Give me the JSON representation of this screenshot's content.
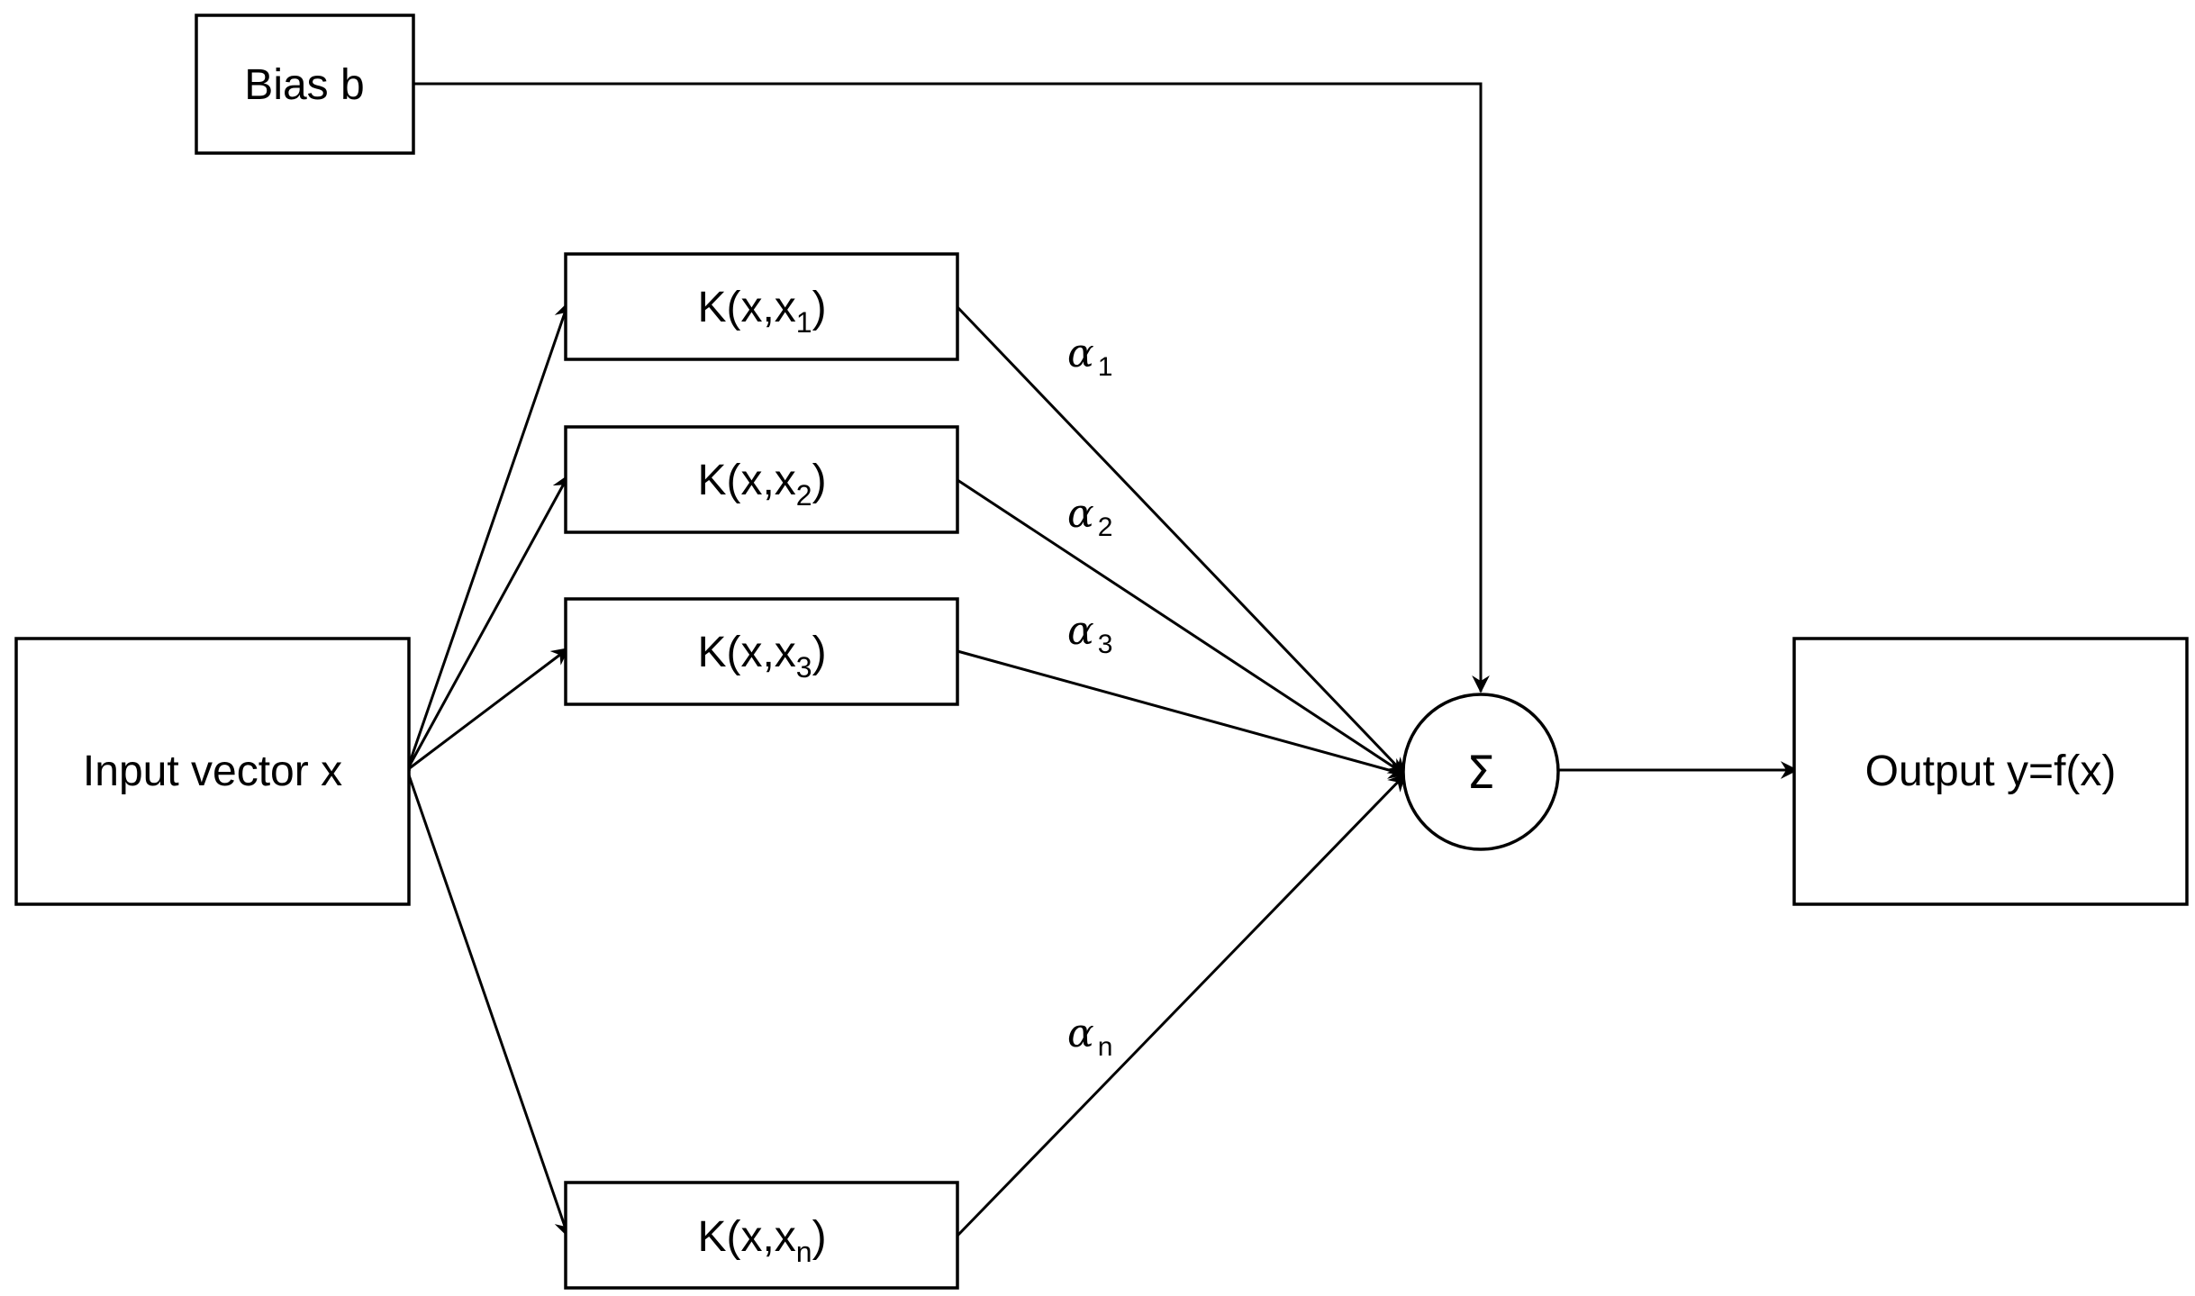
{
  "nodes": {
    "bias": {
      "label": "Bias b"
    },
    "input": {
      "label": "Input vector x"
    },
    "output": {
      "label": "Output y=f(x)"
    },
    "sum": {
      "symbol": "Σ"
    },
    "kernels": [
      {
        "prefix": "K(x,x",
        "sub": "1",
        "suffix": ")"
      },
      {
        "prefix": "K(x,x",
        "sub": "2",
        "suffix": ")"
      },
      {
        "prefix": "K(x,x",
        "sub": "3",
        "suffix": ")"
      },
      {
        "prefix": "K(x,x",
        "sub": "n",
        "suffix": ")"
      }
    ]
  },
  "weights": [
    {
      "symbol": "α",
      "sub": "1"
    },
    {
      "symbol": "α",
      "sub": "2"
    },
    {
      "symbol": "α",
      "sub": "3"
    },
    {
      "symbol": "α",
      "sub": "n"
    }
  ]
}
